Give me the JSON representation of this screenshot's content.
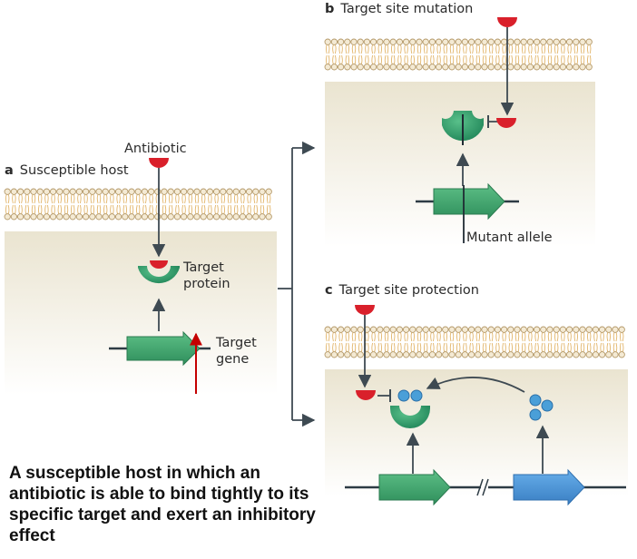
{
  "panels": {
    "a": {
      "letter": "a",
      "title": "Susceptible host",
      "antibiotic_label": "Antibiotic",
      "target_protein_label": [
        "Target",
        "protein"
      ],
      "target_gene_label": [
        "Target",
        "gene"
      ]
    },
    "b": {
      "letter": "b",
      "title": "Target site mutation",
      "mutant_allele_label": "Mutant allele"
    },
    "c": {
      "letter": "c",
      "title": "Target site protection"
    }
  },
  "caption": "A susceptible host in which an antibiotic is able to bind tightly to its specific target and exert an inhibitory effect",
  "colors": {
    "antibiotic": "#d9202b",
    "target_protein": "#2e9e6b",
    "gene_green": "#3aa56b",
    "gene_blue": "#3f8fd6",
    "protection_protein": "#4a9fd8",
    "cell_fill": "#efeadb",
    "membrane": "#d9c7a4",
    "mutation_arrow": "#c40000",
    "line": "#3e4a52"
  }
}
